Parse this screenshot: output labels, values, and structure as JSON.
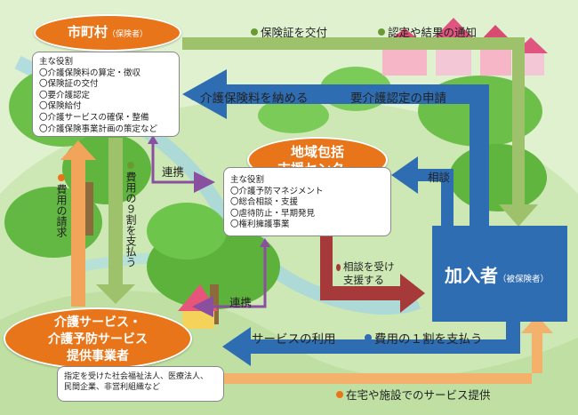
{
  "municipality": {
    "title": "市町村",
    "subtitle": "（保険者）",
    "roles": [
      "主な役割",
      "〇介護保険料の算定・徴収",
      "〇保険証の交付",
      "〇要介護認定",
      "〇保険給付",
      "〇介護サービスの確保・整備",
      "〇介護保険事業計画の策定など"
    ]
  },
  "center": {
    "title_line1": "地域包括",
    "title_line2": "支援センター",
    "roles": [
      "主な役割",
      "〇介護予防マネジメント",
      "〇総合相談・支援",
      "〇虐待防止・早期発見",
      "〇権利擁護事業"
    ]
  },
  "insured": {
    "title": "加入者",
    "subtitle": "（被保険者）"
  },
  "provider": {
    "title_line1": "介護サービス・",
    "title_line2": "介護予防サービス",
    "title_line3": "提供事業者",
    "desc": [
      "指定を受けた社会福祉法人、医療法人、",
      "民間企業、非営利組織など"
    ]
  },
  "flows": {
    "insurance_card": "保険証を交付",
    "certification_result": "認定や結果の通知",
    "pay_premium": "介護保険料を納める",
    "apply_certification": "要介護認定の申請",
    "cooperation_top": "連携",
    "consultation": "相談",
    "receive_consult": "相談を受け支援する",
    "cooperation_bottom": "連携",
    "billing": "費用の請求",
    "pay_90": "費用の９割を支払う",
    "use_service": "サービスの利用",
    "pay_10": "費用の１割を支払う",
    "service_provision": "在宅や施設でのサービス提供"
  },
  "colors": {
    "orange": "#e8751a",
    "blue": "#2f6db3",
    "green": "#8db35a",
    "purple": "#8a4f9e",
    "red": "#a63a3a",
    "light_orange": "#f2a45a",
    "background": "#d8eec4"
  }
}
